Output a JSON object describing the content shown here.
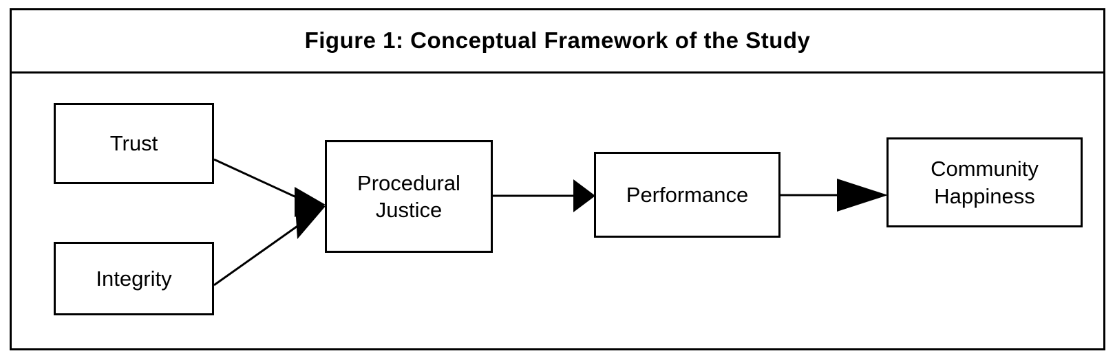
{
  "figure": {
    "title": "Figure 1: Conceptual Framework of the Study",
    "background_color": "#ffffff",
    "line_color": "#000000"
  },
  "diagram": {
    "type": "conceptual-framework-flow",
    "nodes": [
      {
        "id": "trust",
        "label": "Trust"
      },
      {
        "id": "integrity",
        "label": "Integrity"
      },
      {
        "id": "procedural",
        "label": "Procedural\nJustice"
      },
      {
        "id": "performance",
        "label": "Performance"
      },
      {
        "id": "community",
        "label": "Community\nHappiness"
      }
    ],
    "edges": [
      {
        "from": "trust",
        "to": "procedural",
        "style": "diagonal-arrow"
      },
      {
        "from": "integrity",
        "to": "procedural",
        "style": "diagonal-arrow"
      },
      {
        "from": "procedural",
        "to": "performance",
        "style": "straight-arrow"
      },
      {
        "from": "performance",
        "to": "community",
        "style": "straight-arrow"
      }
    ]
  }
}
